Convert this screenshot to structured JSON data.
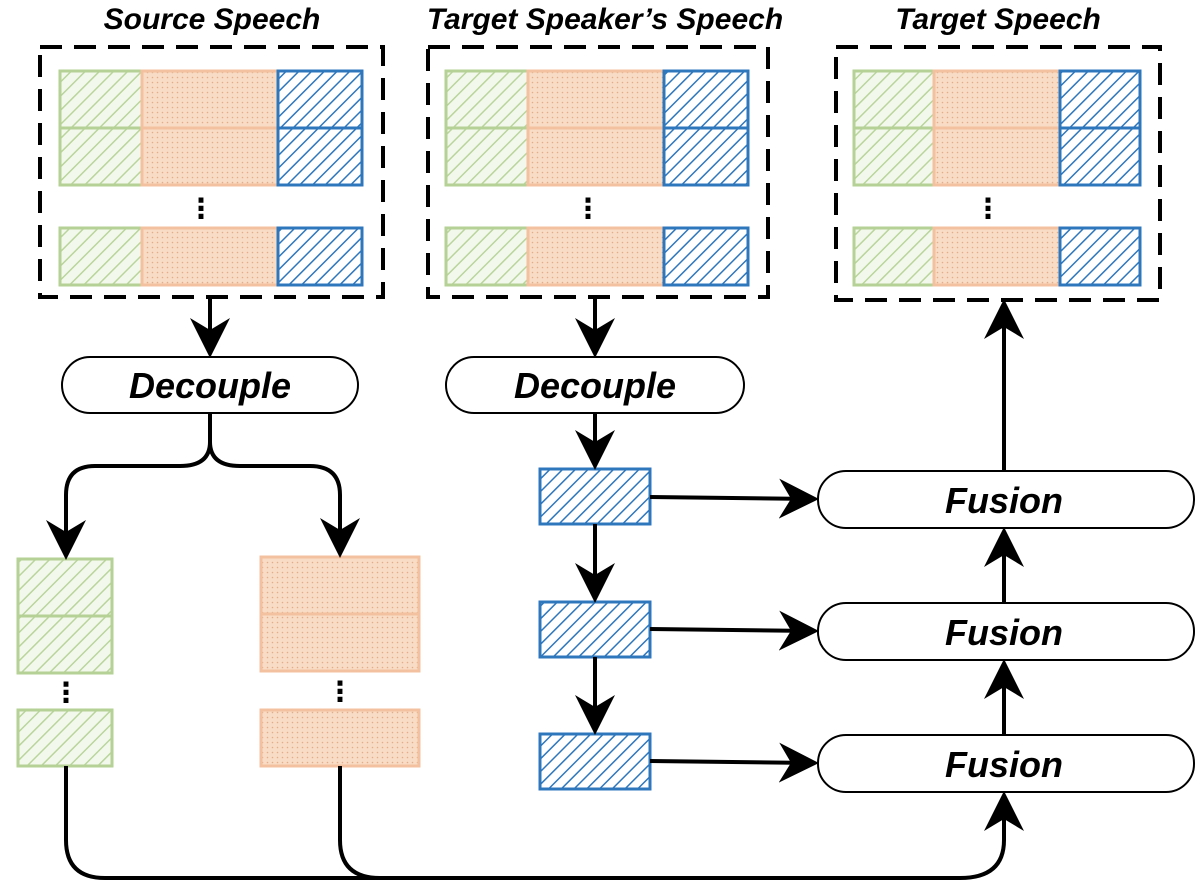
{
  "titles": {
    "source": "Source Speech",
    "target_speaker": "Target Speaker’s Speech",
    "target": "Target Speech"
  },
  "nodes": {
    "decouple_source": "Decouple",
    "decouple_target_speaker": "Decouple",
    "fusion_top": "Fusion",
    "fusion_middle": "Fusion",
    "fusion_bottom": "Fusion"
  },
  "ellipsis": "⋮",
  "colors": {
    "green_stroke": "#b5d196",
    "orange_fill": "#f8dcc6",
    "blue_stroke": "#2f77bc"
  }
}
